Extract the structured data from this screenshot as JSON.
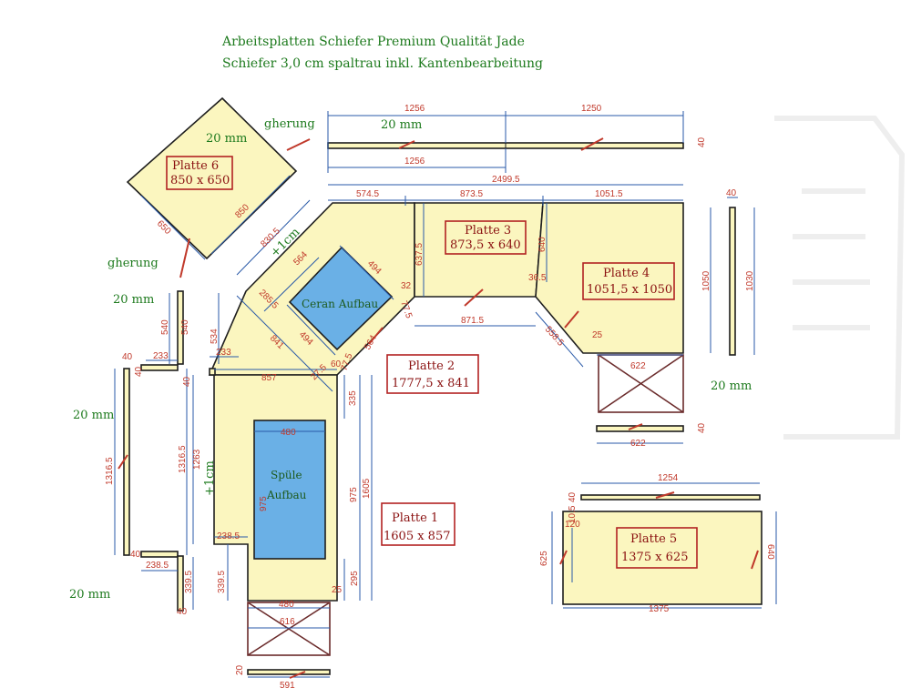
{
  "header": {
    "line1": "Arbeitsplatten Schiefer Premium Qualität Jade",
    "line2": "Schiefer 3,0 cm spaltrau inkl. Kantenbearbeitung"
  },
  "panels": {
    "p1": {
      "name": "Platte 1",
      "size": "1605 x 857"
    },
    "p2": {
      "name": "Platte 2",
      "size": "1777,5 x 841"
    },
    "p3": {
      "name": "Platte 3",
      "size": "873,5 x 640"
    },
    "p4": {
      "name": "Platte 4",
      "size": "1051,5 x 1050"
    },
    "p5": {
      "name": "Platte 5",
      "size": "1375 x 625"
    },
    "p6": {
      "name": "Platte 6",
      "size": "850 x 650"
    }
  },
  "cutouts": {
    "ceran": "Ceran Aufbau",
    "spuele1": "Spüle",
    "spuele2": "Aufbau"
  },
  "notes": {
    "gherung1": "gherung",
    "gherung2": "gherung",
    "edge": "20 mm",
    "plus1cm": "+1cm"
  },
  "dims": {
    "d1256": "1256",
    "d1250": "1250",
    "d2499": "2499.5",
    "d5745": "574.5",
    "d8735": "873.5",
    "d10515": "1051.5",
    "d40": "40",
    "d6375": "637.5",
    "d640": "640",
    "d1050": "1050",
    "d1030": "1030",
    "d365": "36.5",
    "d8715": "871.5",
    "d5585": "558.5",
    "d25": "25",
    "d622": "622",
    "d650": "650",
    "d850": "850",
    "d8305": "830.5",
    "d564": "564",
    "d494": "494",
    "d32": "32",
    "d775": "77.5",
    "d2855": "285.5",
    "d841": "841",
    "d275": "27.5",
    "d60": "60",
    "d540": "540",
    "d534": "534",
    "d233": "233",
    "d857": "857",
    "d335": "335",
    "d480": "480",
    "d975": "975",
    "d1605": "1605",
    "d13165": "1316.5",
    "d1263": "1263",
    "d2385": "238.5",
    "d3395": "339.5",
    "d295": "295",
    "d616": "616",
    "d591": "591",
    "d20": "20",
    "d1254": "1254",
    "d120": "120",
    "d105": "10.5",
    "d625": "625",
    "d1375": "1375"
  }
}
